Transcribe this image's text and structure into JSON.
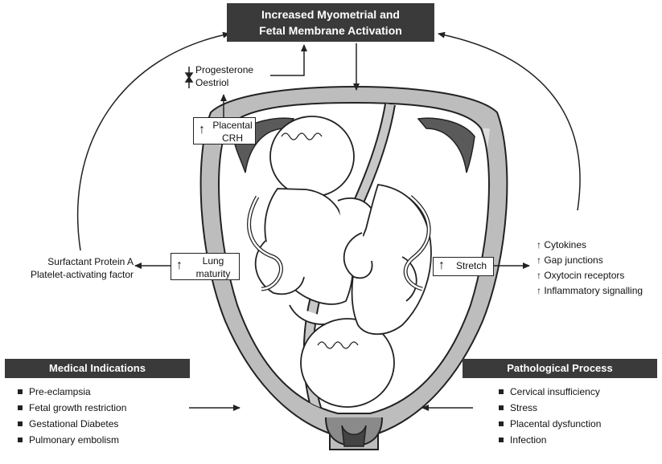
{
  "top_banner": {
    "line1": "Increased Myometrial and",
    "line2": "Fetal Membrane Activation"
  },
  "hormones": {
    "item1": "Progesterone",
    "item2": "Oestriol"
  },
  "placental_box": {
    "line1": "Placental",
    "line2": "CRH"
  },
  "lung_box": {
    "line1": "Lung",
    "line2": "maturity"
  },
  "stretch_box": {
    "label": "Stretch"
  },
  "left_effects": {
    "line1": "Surfactant Protein A",
    "line2": "Platelet-activating factor"
  },
  "right_effects": [
    "Cytokines",
    "Gap junctions",
    "Oxytocin receptors",
    "Inflammatory signalling"
  ],
  "medical": {
    "title": "Medical Indications",
    "items": [
      "Pre-eclampsia",
      "Fetal growth restriction",
      "Gestational Diabetes",
      "Pulmonary embolism"
    ]
  },
  "pathological": {
    "title": "Pathological Process",
    "items": [
      "Cervical insufficiency",
      "Stress",
      "Placental dysfunction",
      "Infection"
    ]
  },
  "colors": {
    "banner": "#3a3a3a",
    "uterus_wall": "#bdbdbd",
    "line": "#222222"
  },
  "icons": {
    "up": "up-arrow-icon",
    "down": "down-arrow-icon"
  }
}
